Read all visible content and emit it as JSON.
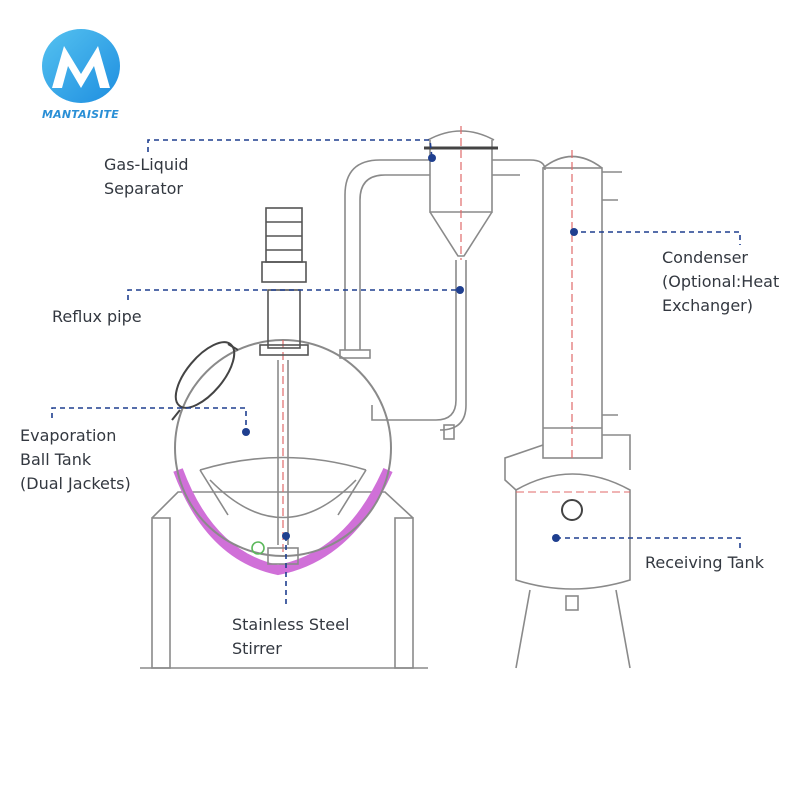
{
  "brand": {
    "name": "MANTAISITE",
    "logo_letter": "M",
    "colors": {
      "primary": "#1e8ee0",
      "secondary": "#55c2f0"
    }
  },
  "colors": {
    "line": "#8a8a8a",
    "dark_line": "#444444",
    "centerline": "#e06a6a",
    "callout": "#1f3f8f",
    "jacket": "#d070d8",
    "text": "#333840"
  },
  "labels": {
    "separator": [
      "Gas-Liquid",
      "Separator"
    ],
    "reflux": [
      "Reflux pipe"
    ],
    "ball_tank": [
      "Evaporation",
      "Ball Tank",
      "(Dual Jackets)"
    ],
    "stirrer": [
      "Stainless Steel",
      "Stirrer"
    ],
    "condenser": [
      "Condenser",
      "(Optional:Heat",
      "Exchanger)"
    ],
    "receiving": [
      "Receiving Tank"
    ]
  }
}
